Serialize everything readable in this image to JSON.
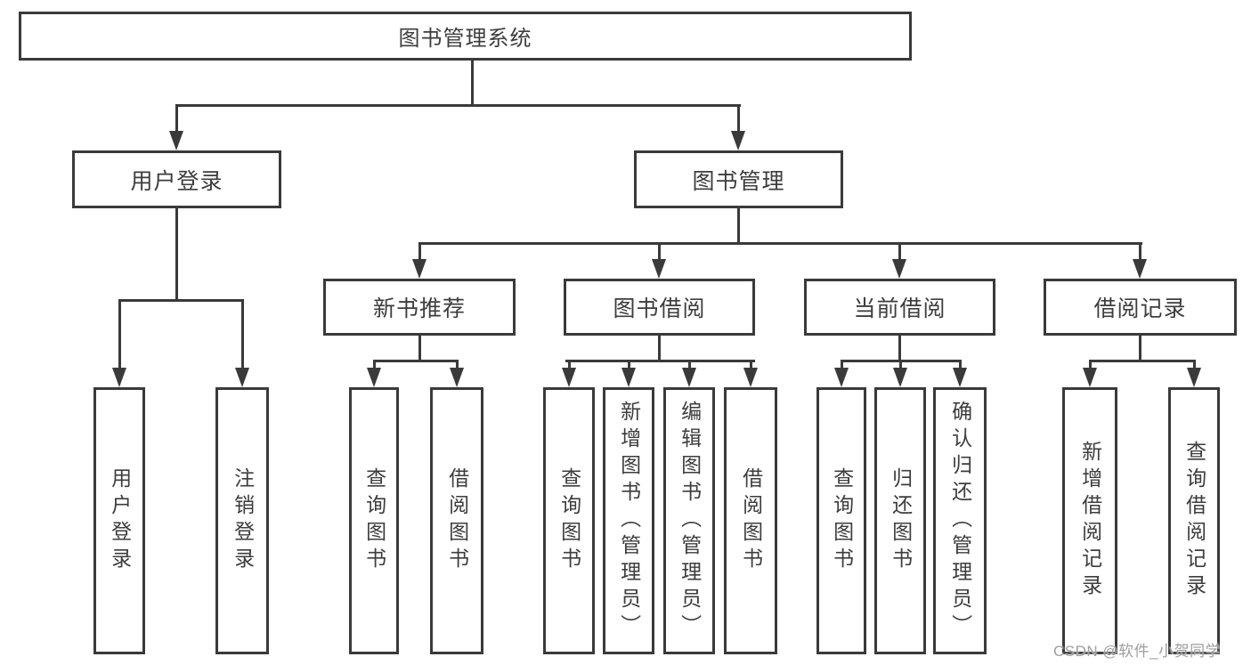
{
  "diagram_title": "图书管理系统",
  "colors": {
    "line": "#3a3a3a",
    "text": "#3d3d3d",
    "box_background": "#ffffff",
    "watermark": "#9e9e9e"
  },
  "tree": {
    "label": "图书管理系统",
    "children": [
      {
        "label": "用户登录",
        "children": [
          {
            "label": "用户登录"
          },
          {
            "label": "注销登录"
          }
        ]
      },
      {
        "label": "图书管理",
        "children": [
          {
            "label": "新书推荐",
            "children": [
              {
                "label": "查询图书"
              },
              {
                "label": "借阅图书"
              }
            ]
          },
          {
            "label": "图书借阅",
            "children": [
              {
                "label": "查询图书"
              },
              {
                "label": "新增图书（管理员）"
              },
              {
                "label": "编辑图书（管理员）"
              },
              {
                "label": "借阅图书"
              }
            ]
          },
          {
            "label": "当前借阅",
            "children": [
              {
                "label": "查询图书"
              },
              {
                "label": "归还图书"
              },
              {
                "label": "确认归还（管理员）"
              }
            ]
          },
          {
            "label": "借阅记录",
            "children": [
              {
                "label": "新增借阅记录"
              },
              {
                "label": "查询借阅记录"
              }
            ]
          }
        ]
      }
    ]
  },
  "watermark": {
    "text": "CSDN @软件_小贺同学"
  }
}
